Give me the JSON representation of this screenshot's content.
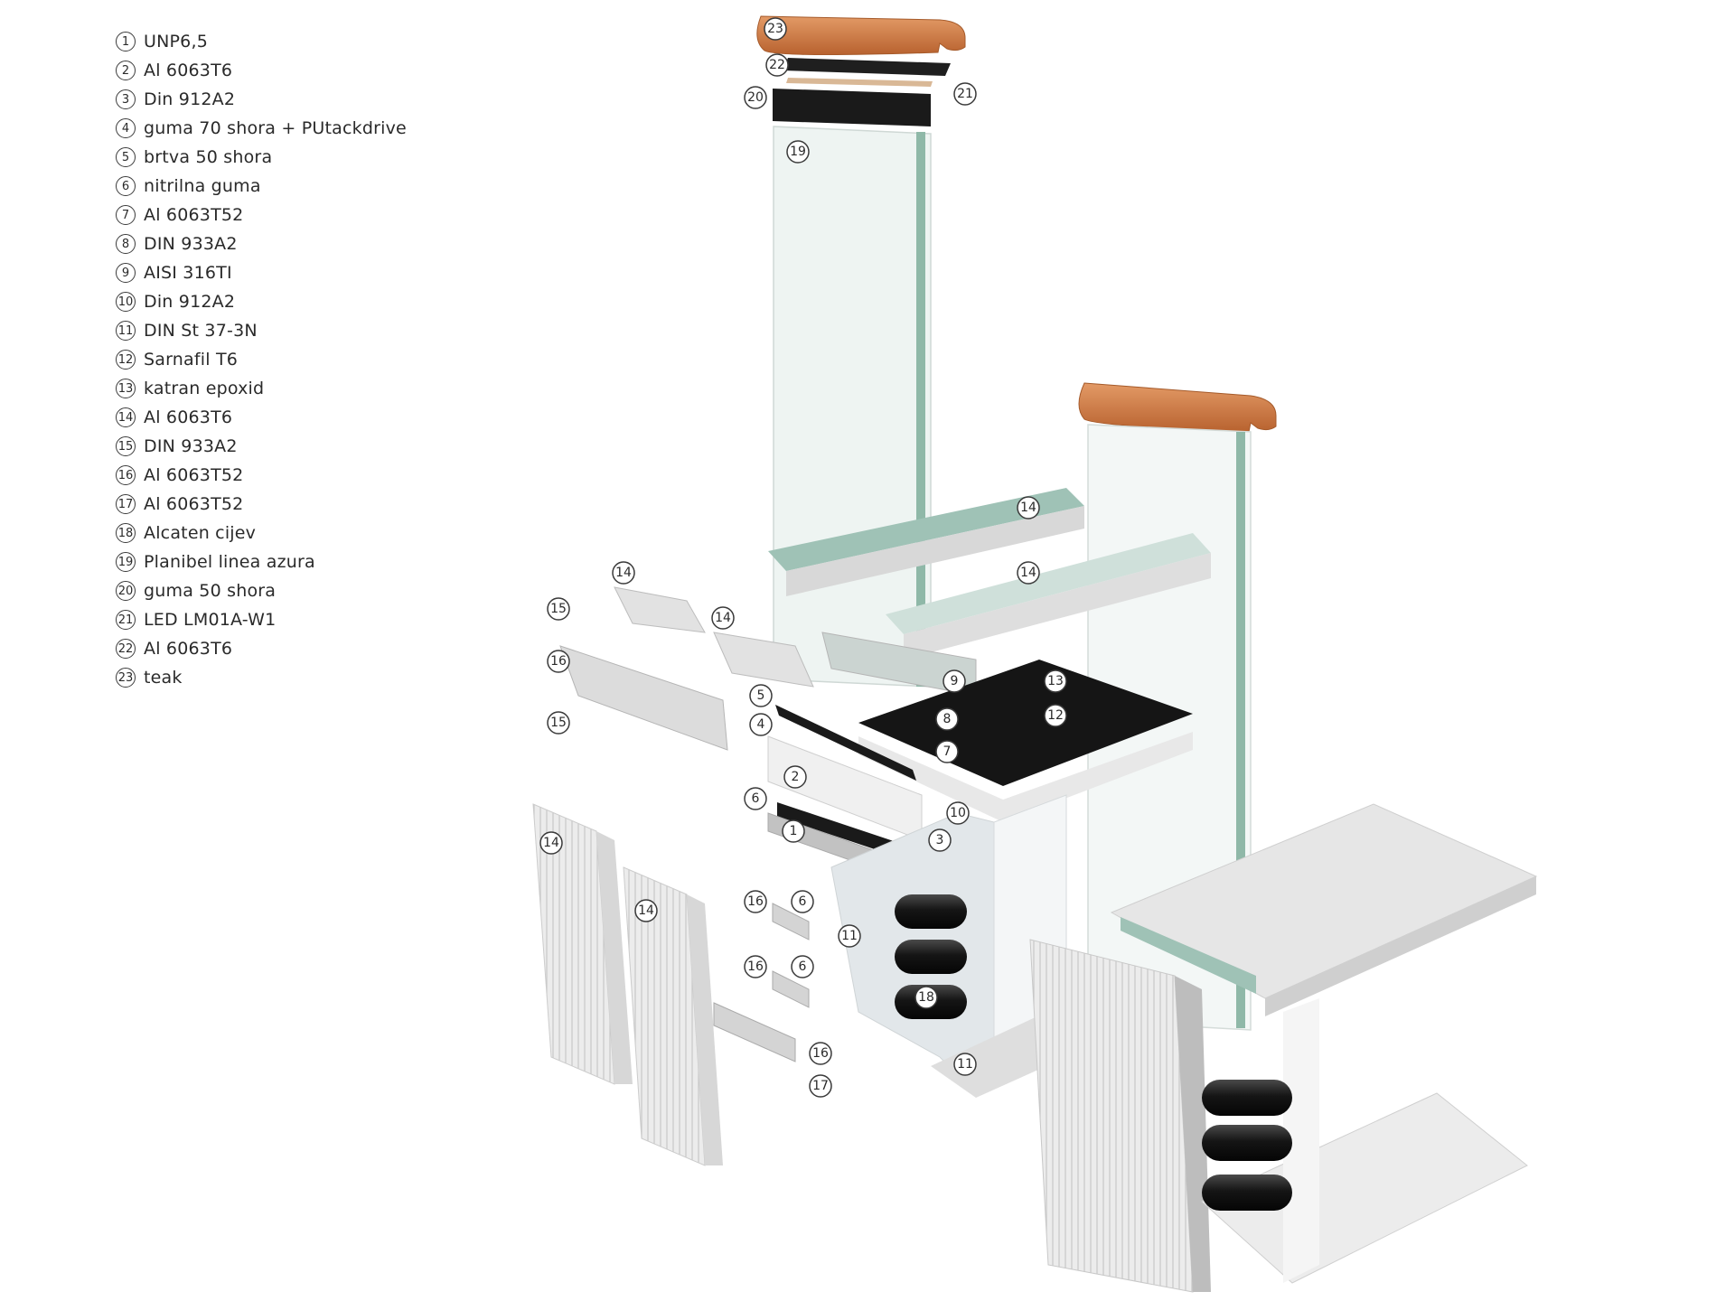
{
  "legend": [
    {
      "num": "1",
      "label": "UNP6,5"
    },
    {
      "num": "2",
      "label": "Al 6063T6"
    },
    {
      "num": "3",
      "label": "Din 912A2"
    },
    {
      "num": "4",
      "label": "guma 70 shora + PUtackdrive"
    },
    {
      "num": "5",
      "label": "brtva 50 shora"
    },
    {
      "num": "6",
      "label": "nitrilna guma"
    },
    {
      "num": "7",
      "label": "Al 6063T52"
    },
    {
      "num": "8",
      "label": "DIN 933A2"
    },
    {
      "num": "9",
      "label": "AISI 316TI"
    },
    {
      "num": "10",
      "label": "Din 912A2"
    },
    {
      "num": "11",
      "label": "DIN St 37-3N"
    },
    {
      "num": "12",
      "label": "Sarnafil T6"
    },
    {
      "num": "13",
      "label": "katran epoxid"
    },
    {
      "num": "14",
      "label": "Al 6063T6"
    },
    {
      "num": "15",
      "label": "DIN 933A2"
    },
    {
      "num": "16",
      "label": "Al 6063T52"
    },
    {
      "num": "17",
      "label": "Al 6063T52"
    },
    {
      "num": "18",
      "label": "Alcaten cijev"
    },
    {
      "num": "19",
      "label": "Planibel linea azura"
    },
    {
      "num": "20",
      "label": "guma 50 shora"
    },
    {
      "num": "21",
      "label": "LED LM01A-W1"
    },
    {
      "num": "22",
      "label": "Al 6063T6"
    },
    {
      "num": "23",
      "label": "teak"
    }
  ],
  "callouts": [
    "23",
    "22",
    "20",
    "21",
    "19",
    "14",
    "14",
    "14",
    "15",
    "14",
    "16",
    "15",
    "5",
    "4",
    "9",
    "13",
    "12",
    "8",
    "7",
    "2",
    "6",
    "10",
    "1",
    "3",
    "16",
    "6",
    "11",
    "16",
    "6",
    "18",
    "11",
    "16",
    "17",
    "14",
    "14"
  ],
  "colors": {
    "teak": "#d07a45",
    "glass": "#9fc2b6",
    "aluminium": "#e4e4e4",
    "steel": "#c9c9c9",
    "rubber": "#1c1c1c",
    "membrane": "#151515"
  }
}
